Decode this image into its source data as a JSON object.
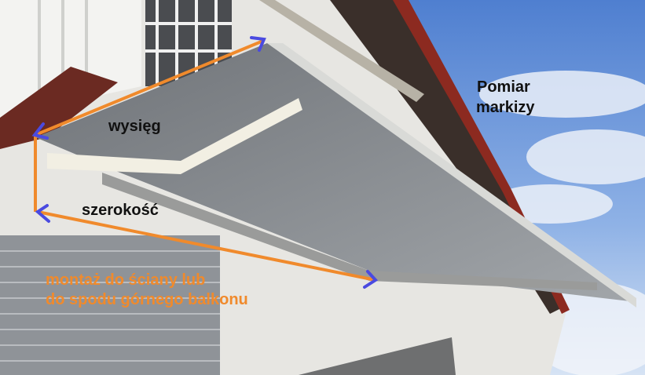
{
  "title": [
    "Pomiar",
    "markizy"
  ],
  "labels": {
    "projection": "wysięg",
    "width": "szerokość",
    "mounting": [
      "montaż do ściany lub",
      "do spodu górnego balkonu"
    ]
  },
  "colors": {
    "measure_line": "#f08a2c",
    "arrow_head": "#4a4ae0",
    "sky": "#5f8fd8",
    "fabric": "#8d9196"
  }
}
